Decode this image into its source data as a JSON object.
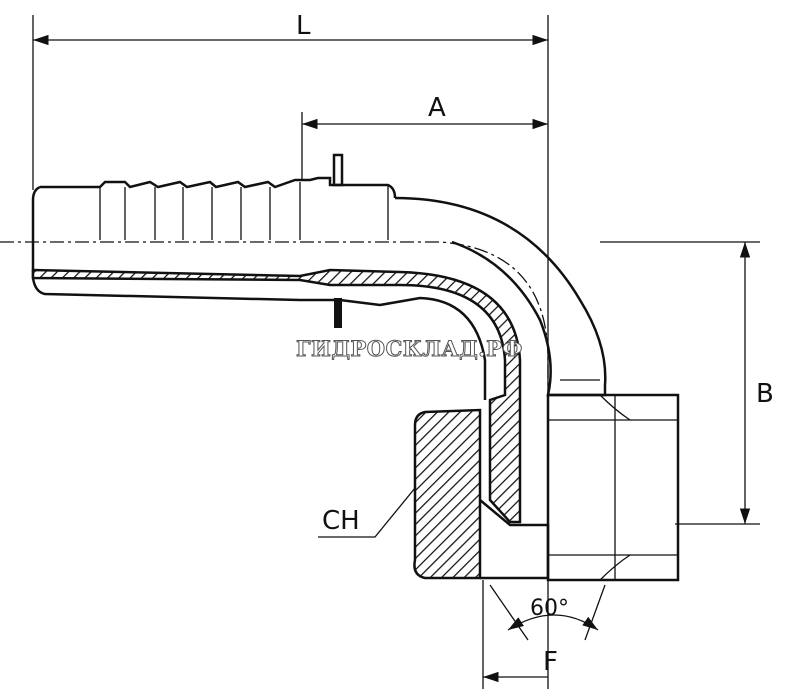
{
  "diagram": {
    "title": "90° hose fitting with swivel nut",
    "dimensions": {
      "length": "L",
      "offset": "A",
      "height": "B",
      "hex_size": "CH",
      "face": "F",
      "angle": "60°"
    },
    "watermark": "ГИДРОСКЛАД.РФ"
  }
}
